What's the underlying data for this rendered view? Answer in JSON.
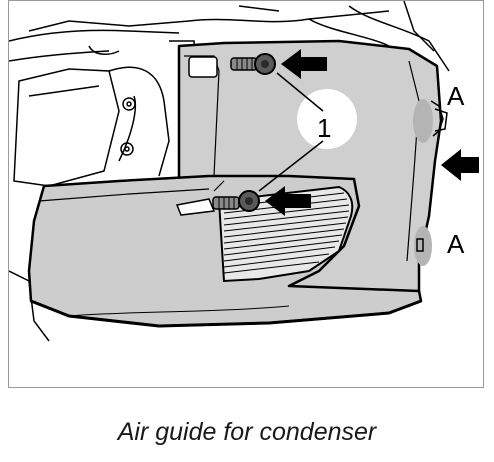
{
  "figure": {
    "callouts": {
      "part_number": "1",
      "clip_label_top": "A",
      "clip_label_bottom": "A"
    },
    "colors": {
      "part_fill": "#cfcfcf",
      "part_fill_dark": "#b4b4b4",
      "background_line": "#000000",
      "highlight": "#ffffff",
      "arrow": "#000000"
    }
  },
  "caption": {
    "text": "Air guide for condenser"
  }
}
